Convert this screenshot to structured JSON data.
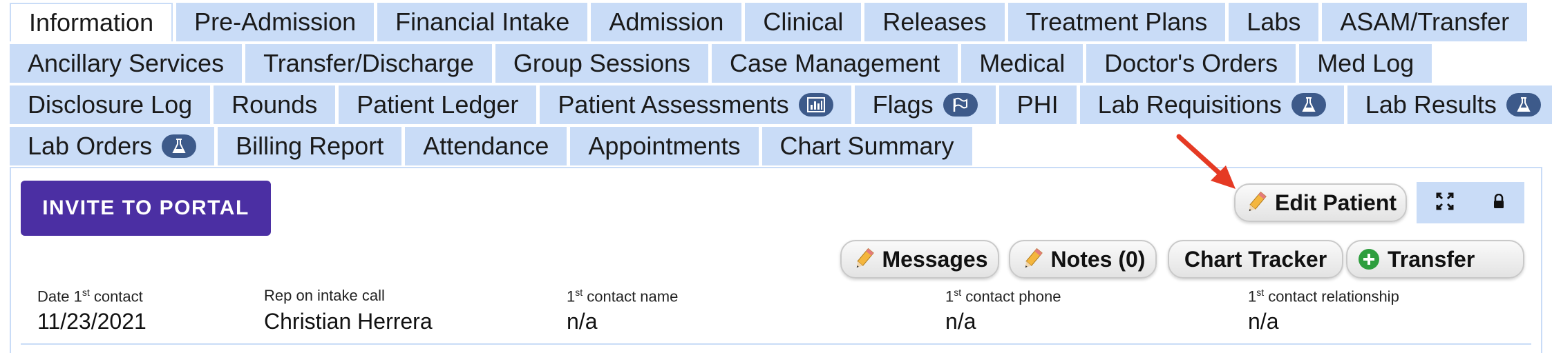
{
  "tabs": {
    "row1": [
      {
        "label": "Information"
      },
      {
        "label": "Pre-Admission"
      },
      {
        "label": "Financial Intake"
      },
      {
        "label": "Admission"
      },
      {
        "label": "Clinical"
      },
      {
        "label": "Releases"
      },
      {
        "label": "Treatment Plans"
      },
      {
        "label": "Labs"
      },
      {
        "label": "ASAM/Transfer"
      }
    ],
    "row2": [
      {
        "label": "Ancillary Services"
      },
      {
        "label": "Transfer/Discharge"
      },
      {
        "label": "Group Sessions"
      },
      {
        "label": "Case Management"
      },
      {
        "label": "Medical"
      },
      {
        "label": "Doctor's Orders"
      },
      {
        "label": "Med Log"
      }
    ],
    "row3": [
      {
        "label": "Disclosure Log"
      },
      {
        "label": "Rounds"
      },
      {
        "label": "Patient Ledger"
      },
      {
        "label": "Patient Assessments",
        "icon": "bar-chart-icon"
      },
      {
        "label": "Flags",
        "icon": "flag-icon"
      },
      {
        "label": "PHI"
      },
      {
        "label": "Lab Requisitions",
        "icon": "flask-icon"
      },
      {
        "label": "Lab Results",
        "icon": "flask-icon"
      }
    ],
    "row4": [
      {
        "label": "Lab Orders",
        "icon": "flask-icon"
      },
      {
        "label": "Billing Report"
      },
      {
        "label": "Attendance"
      },
      {
        "label": "Appointments"
      },
      {
        "label": "Chart Summary"
      }
    ],
    "active": "Information"
  },
  "actions": {
    "invite_label": "INVITE TO PORTAL",
    "edit_patient_label": "Edit Patient",
    "messages_label": "Messages",
    "notes_label": "Notes (0)",
    "chart_tracker_label": "Chart Tracker",
    "transfer_label": "Transfer"
  },
  "fields": {
    "date_first_contact": {
      "label_pre": "Date 1",
      "label_sup": "st",
      "label_post": " contact",
      "value": "11/23/2021"
    },
    "rep_on_intake_call": {
      "label": "Rep on intake call",
      "value": "Christian Herrera"
    },
    "first_contact_name": {
      "label_pre": "1",
      "label_sup": "st",
      "label_post": " contact name",
      "value": "n/a"
    },
    "first_contact_phone": {
      "label_pre": "1",
      "label_sup": "st",
      "label_post": " contact phone",
      "value": "n/a"
    },
    "first_contact_relationship": {
      "label_pre": "1",
      "label_sup": "st",
      "label_post": " contact relationship",
      "value": "n/a"
    }
  },
  "colors": {
    "tab_bg": "#c9dcf7",
    "invite_bg": "#4b2fa3",
    "badge_bg": "#3d5a8a",
    "annotation_arrow": "#e53a24"
  }
}
